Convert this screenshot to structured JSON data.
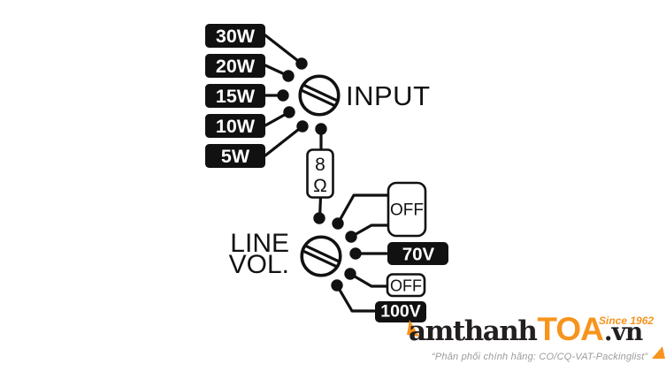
{
  "colors": {
    "diagram_black": "#111111",
    "box_white": "#ffffff",
    "brand_orange": "#f7941d",
    "logo_dark": "#231f20",
    "tagline_gray": "#9b9b9b"
  },
  "input_selector": {
    "label": "INPUT",
    "taps": [
      "30W",
      "20W",
      "15W",
      "10W",
      "5W"
    ],
    "impedance_value": "8",
    "impedance_unit": "Ω"
  },
  "line_selector": {
    "label_line1": "LINE",
    "label_line2": "VOL.",
    "positions": [
      "OFF",
      "70V",
      "OFF",
      "100V"
    ]
  },
  "logo": {
    "prefix": "amthanh",
    "brand": "TOA",
    "suffix": ".vn",
    "since": "Since 1962",
    "tagline": "“Phân phối chính hãng: CO/CQ-VAT-Packinglist”"
  }
}
